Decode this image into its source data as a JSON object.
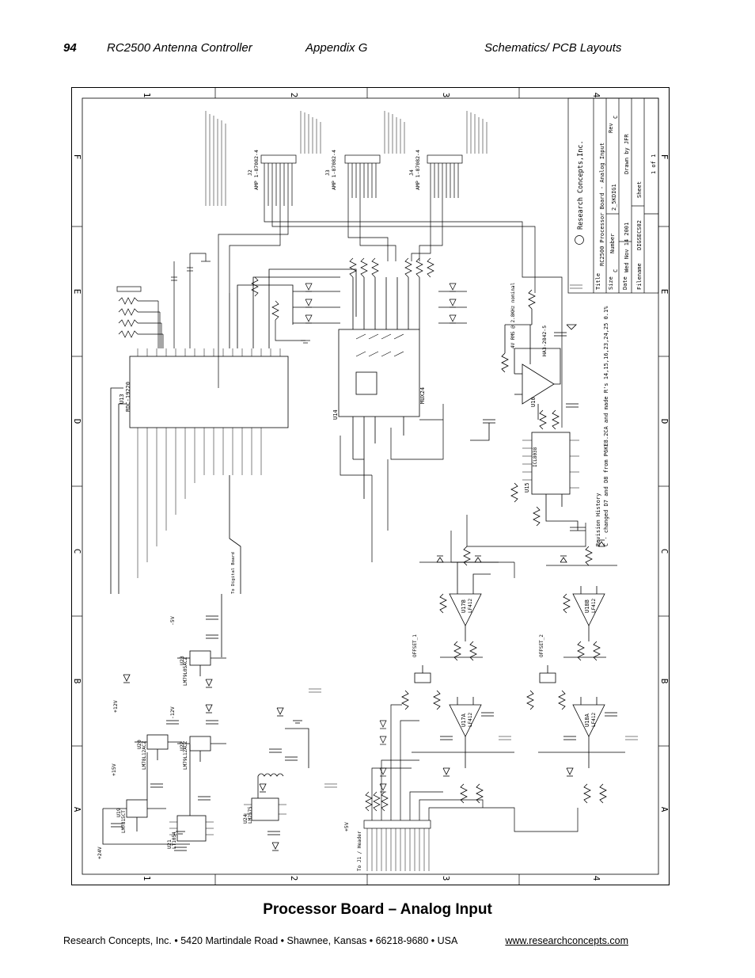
{
  "header": {
    "page_number": "94",
    "doc_title": "RC2500  Antenna Controller",
    "appendix": "Appendix G",
    "section": "Schematics/ PCB Layouts"
  },
  "figure": {
    "caption": "Processor Board – Analog Input",
    "border": {
      "top_cols": [
        "1",
        "2",
        "3",
        "4"
      ],
      "side_rows": [
        "F",
        "E",
        "D",
        "C",
        "B",
        "A"
      ]
    },
    "title_block": {
      "company": "Research Concepts,Inc.",
      "title_label": "Title",
      "title": "RC2500 Processor Board - Analog Input",
      "size_label": "Size",
      "size": "C",
      "number_label": "Number",
      "number": "2_5KDIG1",
      "rev_label": "Rev",
      "rev": "C",
      "date_label": "Date",
      "date": "Wed Nov 14 2001",
      "drawn_label": "Drawn by JFR",
      "filename_label": "Filename",
      "filename": "DIGSECS02",
      "sheet_label": "Sheet",
      "sheet": "1 of 1"
    },
    "revision_history": {
      "title": "Revision History",
      "entry": "C - changed D7 and D8 from P6KE8.2CA and made R's 14,15,16,23,24,25 0.1%"
    },
    "connectors": [
      {
        "ref": "J2",
        "part": "AMP 1-87082-4"
      },
      {
        "ref": "J3",
        "part": "AMP 1-87082-4"
      },
      {
        "ref": "J4",
        "part": "AMP 1-87082-4"
      }
    ],
    "ics": [
      {
        "ref": "U13",
        "part": "RDC-19220"
      },
      {
        "ref": "U14",
        "part": "MUX24"
      },
      {
        "ref": "U15",
        "part": "ICL8038"
      },
      {
        "ref": "U16",
        "part": "HA3-2842-5"
      },
      {
        "ref": "U17A",
        "part": "LF412"
      },
      {
        "ref": "U17B",
        "part": "LF412"
      },
      {
        "ref": "U18A",
        "part": "LF412"
      },
      {
        "ref": "U18B",
        "part": "LF412"
      },
      {
        "ref": "U19",
        "part": "LM7815CT"
      },
      {
        "ref": "U20",
        "part": "LM78L12ACZ"
      },
      {
        "ref": "U21",
        "part": "LT1054"
      },
      {
        "ref": "U22",
        "part": "LM79L12ACZ"
      },
      {
        "ref": "U23",
        "part": "LM79L05ACZ"
      },
      {
        "ref": "U24",
        "part": "LM2575"
      }
    ],
    "labels": {
      "osc_note": "4V RMS @ 2.8KHz nominal",
      "offset1": "OFFSET_1",
      "offset2": "OFFSET_2",
      "to_dig": "To Digital Board",
      "bus_j1": "To J1 / Header",
      "rails": [
        "+24V",
        "+15V",
        "+12V",
        "-12V",
        "-5V",
        "+5V"
      ]
    }
  }
}
